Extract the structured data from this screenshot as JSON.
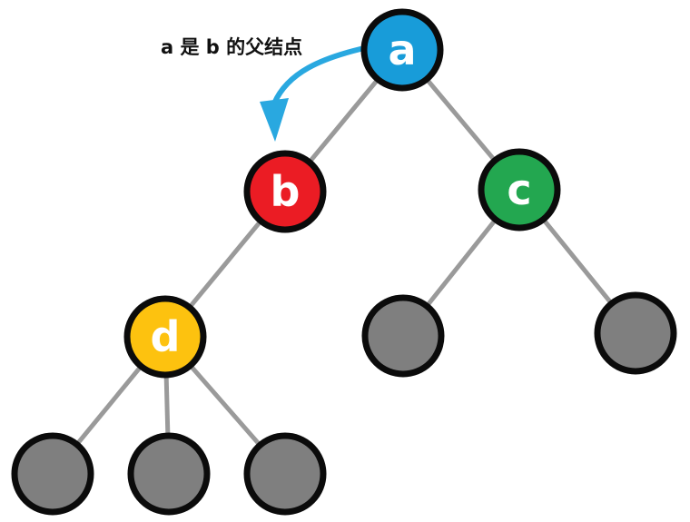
{
  "diagram": {
    "type": "tree-diagram",
    "annotation_text": "a 是 b 的父结点"
  },
  "nodes": {
    "a": {
      "label": "a",
      "color": "#189CD9"
    },
    "b": {
      "label": "b",
      "color": "#EB1C24"
    },
    "c": {
      "label": "c",
      "color": "#23A750"
    },
    "d": {
      "label": "d",
      "color": "#FDC20F"
    },
    "placeholder": {
      "label": "",
      "color": "#7F7F7F"
    }
  },
  "tree": {
    "root": "a",
    "edges": [
      "a-b",
      "a-c",
      "b-d",
      "c-left-placeholder",
      "c-right-placeholder",
      "d-left-placeholder",
      "d-middle-placeholder",
      "d-right-placeholder"
    ]
  },
  "colors": {
    "background": "#FFFFFF",
    "edge": "#9A9A9A",
    "node_border": "#0B0B0B",
    "node_label": "#FFFFFF",
    "arrow": "#29A8E0",
    "annotation_text": "#111111"
  }
}
